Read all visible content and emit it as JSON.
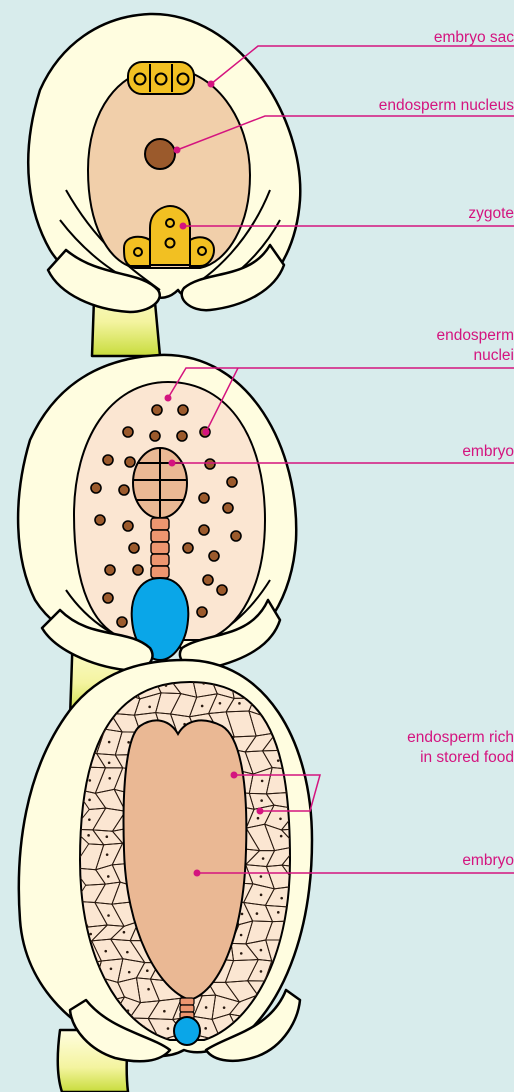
{
  "colors": {
    "background": "#d8ecec",
    "integument": "#fffde0",
    "stalk_gradient_end": "#c8dc3c",
    "embryo_sac": "#f1cfaa",
    "endosperm_pale": "#fbe6d2",
    "nucleus": "#9b5a2c",
    "zygote_yellow": "#f2c022",
    "embryo_tan": "#eab894",
    "suspensor": "#ee9670",
    "blue_basal_cell": "#0aa6e8",
    "label_magenta": "#d4147f"
  },
  "stages": [
    {
      "labels": [
        {
          "lines": [
            "embryo sac"
          ]
        },
        {
          "lines": [
            "endosperm nucleus"
          ]
        },
        {
          "lines": [
            "zygote"
          ]
        }
      ]
    },
    {
      "labels": [
        {
          "lines": [
            "endosperm",
            "nuclei"
          ]
        },
        {
          "lines": [
            "embryo"
          ]
        }
      ]
    },
    {
      "labels": [
        {
          "lines": [
            "endosperm rich",
            "in stored food"
          ]
        },
        {
          "lines": [
            "embryo"
          ]
        }
      ]
    }
  ]
}
